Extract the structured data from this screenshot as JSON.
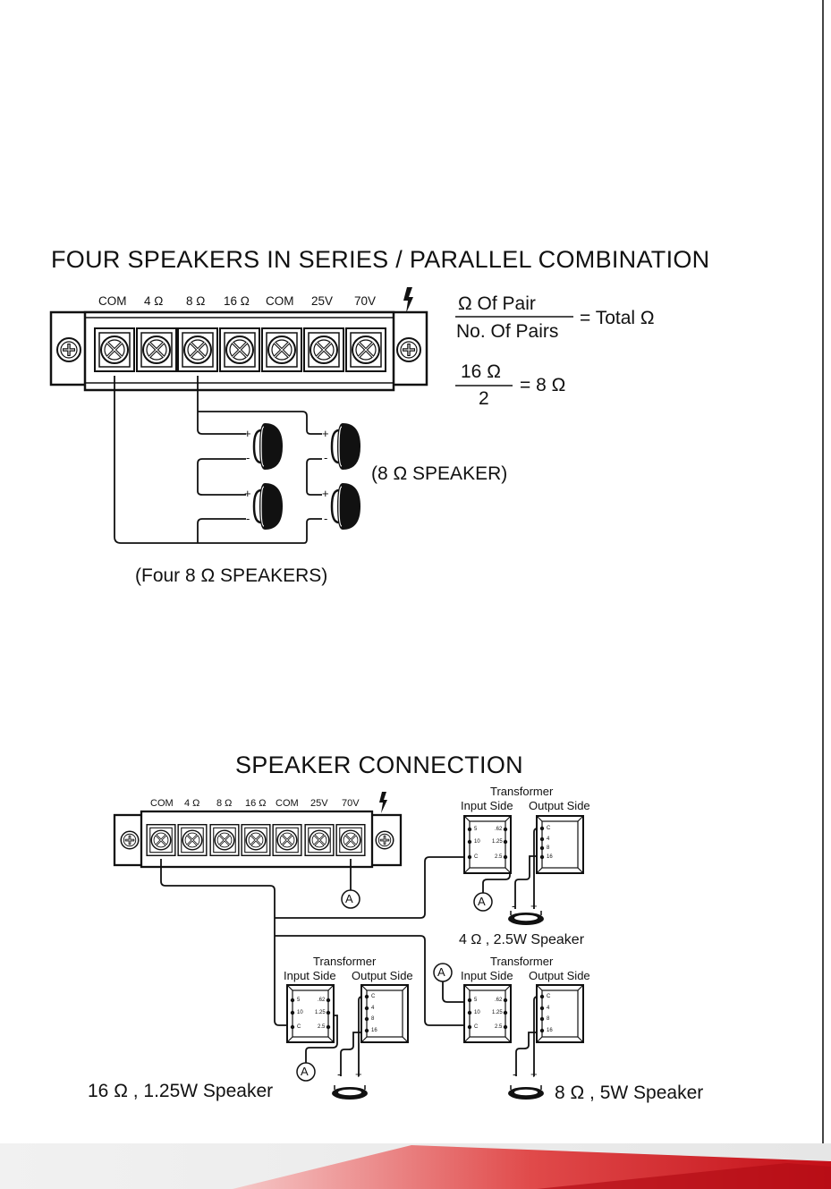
{
  "section1": {
    "title": "FOUR SPEAKERS IN SERIES / PARALLEL COMBINATION",
    "terminals": [
      "COM",
      "4 Ω",
      "8 Ω",
      "16 Ω",
      "COM",
      "25V",
      "70V"
    ],
    "formula": {
      "numerator": "Ω  Of Pair",
      "denominator": "No. Of Pairs",
      "result": "= Total Ω"
    },
    "example": {
      "numerator": "16  Ω",
      "denominator": "2",
      "result": "= 8 Ω"
    },
    "polarity_plus": "+",
    "polarity_minus": "-",
    "speaker_label": "(8 Ω  SPEAKER)",
    "caption": "(Four 8 Ω  SPEAKERS)"
  },
  "section2": {
    "title": "SPEAKER CONNECTION",
    "terminals": [
      "COM",
      "4 Ω",
      "8 Ω",
      "16 Ω",
      "COM",
      "25V",
      "70V"
    ],
    "transformer_title": "Transformer",
    "input_side": "Input Side",
    "output_side": "Output Side",
    "input_taps": [
      "5",
      "10",
      "C"
    ],
    "input_watts": [
      ".62",
      "1.25",
      "2.5"
    ],
    "output_taps": [
      "C",
      "4",
      "8",
      "16"
    ],
    "marker": "A",
    "polarity_minus": "-",
    "polarity_plus": "+",
    "speaker_a": "4 Ω , 2.5W Speaker",
    "speaker_b": "16 Ω , 1.25W Speaker",
    "speaker_c": "8 Ω , 5W Speaker"
  }
}
